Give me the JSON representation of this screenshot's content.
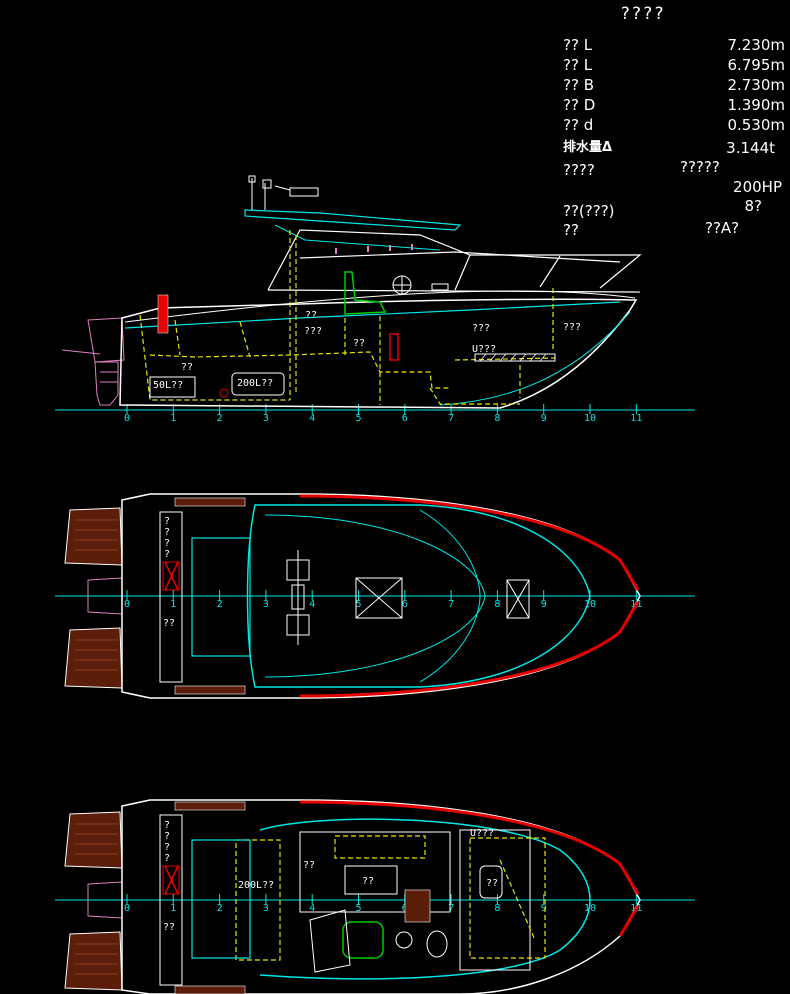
{
  "title": "????",
  "specs": [
    {
      "label": "?? L",
      "value": "7.230m"
    },
    {
      "label": "?? L",
      "value": "6.795m"
    },
    {
      "label": "?? B",
      "value": "2.730m"
    },
    {
      "label": "?? D",
      "value": "1.390m"
    },
    {
      "label": "?? d",
      "value": "0.530m"
    },
    {
      "label": "排水量Δ",
      "value": "3.144t"
    }
  ],
  "engine": {
    "label": "????",
    "type": "?????",
    "power": "200HP"
  },
  "capacity": {
    "label": "??(???)",
    "value": "8?"
  },
  "category": {
    "label": "??",
    "value": "??A?"
  },
  "station_numbers": [
    "0",
    "1",
    "2",
    "3",
    "4",
    "5",
    "6",
    "7",
    "8",
    "9",
    "10",
    "11"
  ],
  "profile_tags": {
    "tank_50": "50L??",
    "tank_200": "200L??",
    "room_a": "???",
    "room_b": "??",
    "room_c": "??",
    "room_d": "???",
    "room_e": "???",
    "berth": "U???",
    "small_a": "??"
  },
  "deck_tags": {
    "side_vert": "?\n?\n?\n?",
    "box": "??"
  },
  "plan_tags": {
    "tank": "200L??",
    "berth": "U???",
    "room_a": "??",
    "room_b": "??",
    "room_c": "??",
    "box": "??",
    "side_vert": "?\n?\n?\n?"
  },
  "colors": {
    "background": "#000000",
    "hull_line": "#ffffff",
    "cyan": "#00e6e6",
    "yellow": "#e6e600",
    "green": "#00cc00",
    "red": "#e60000",
    "magenta": "#e080c0",
    "brown": "#8b4513"
  }
}
